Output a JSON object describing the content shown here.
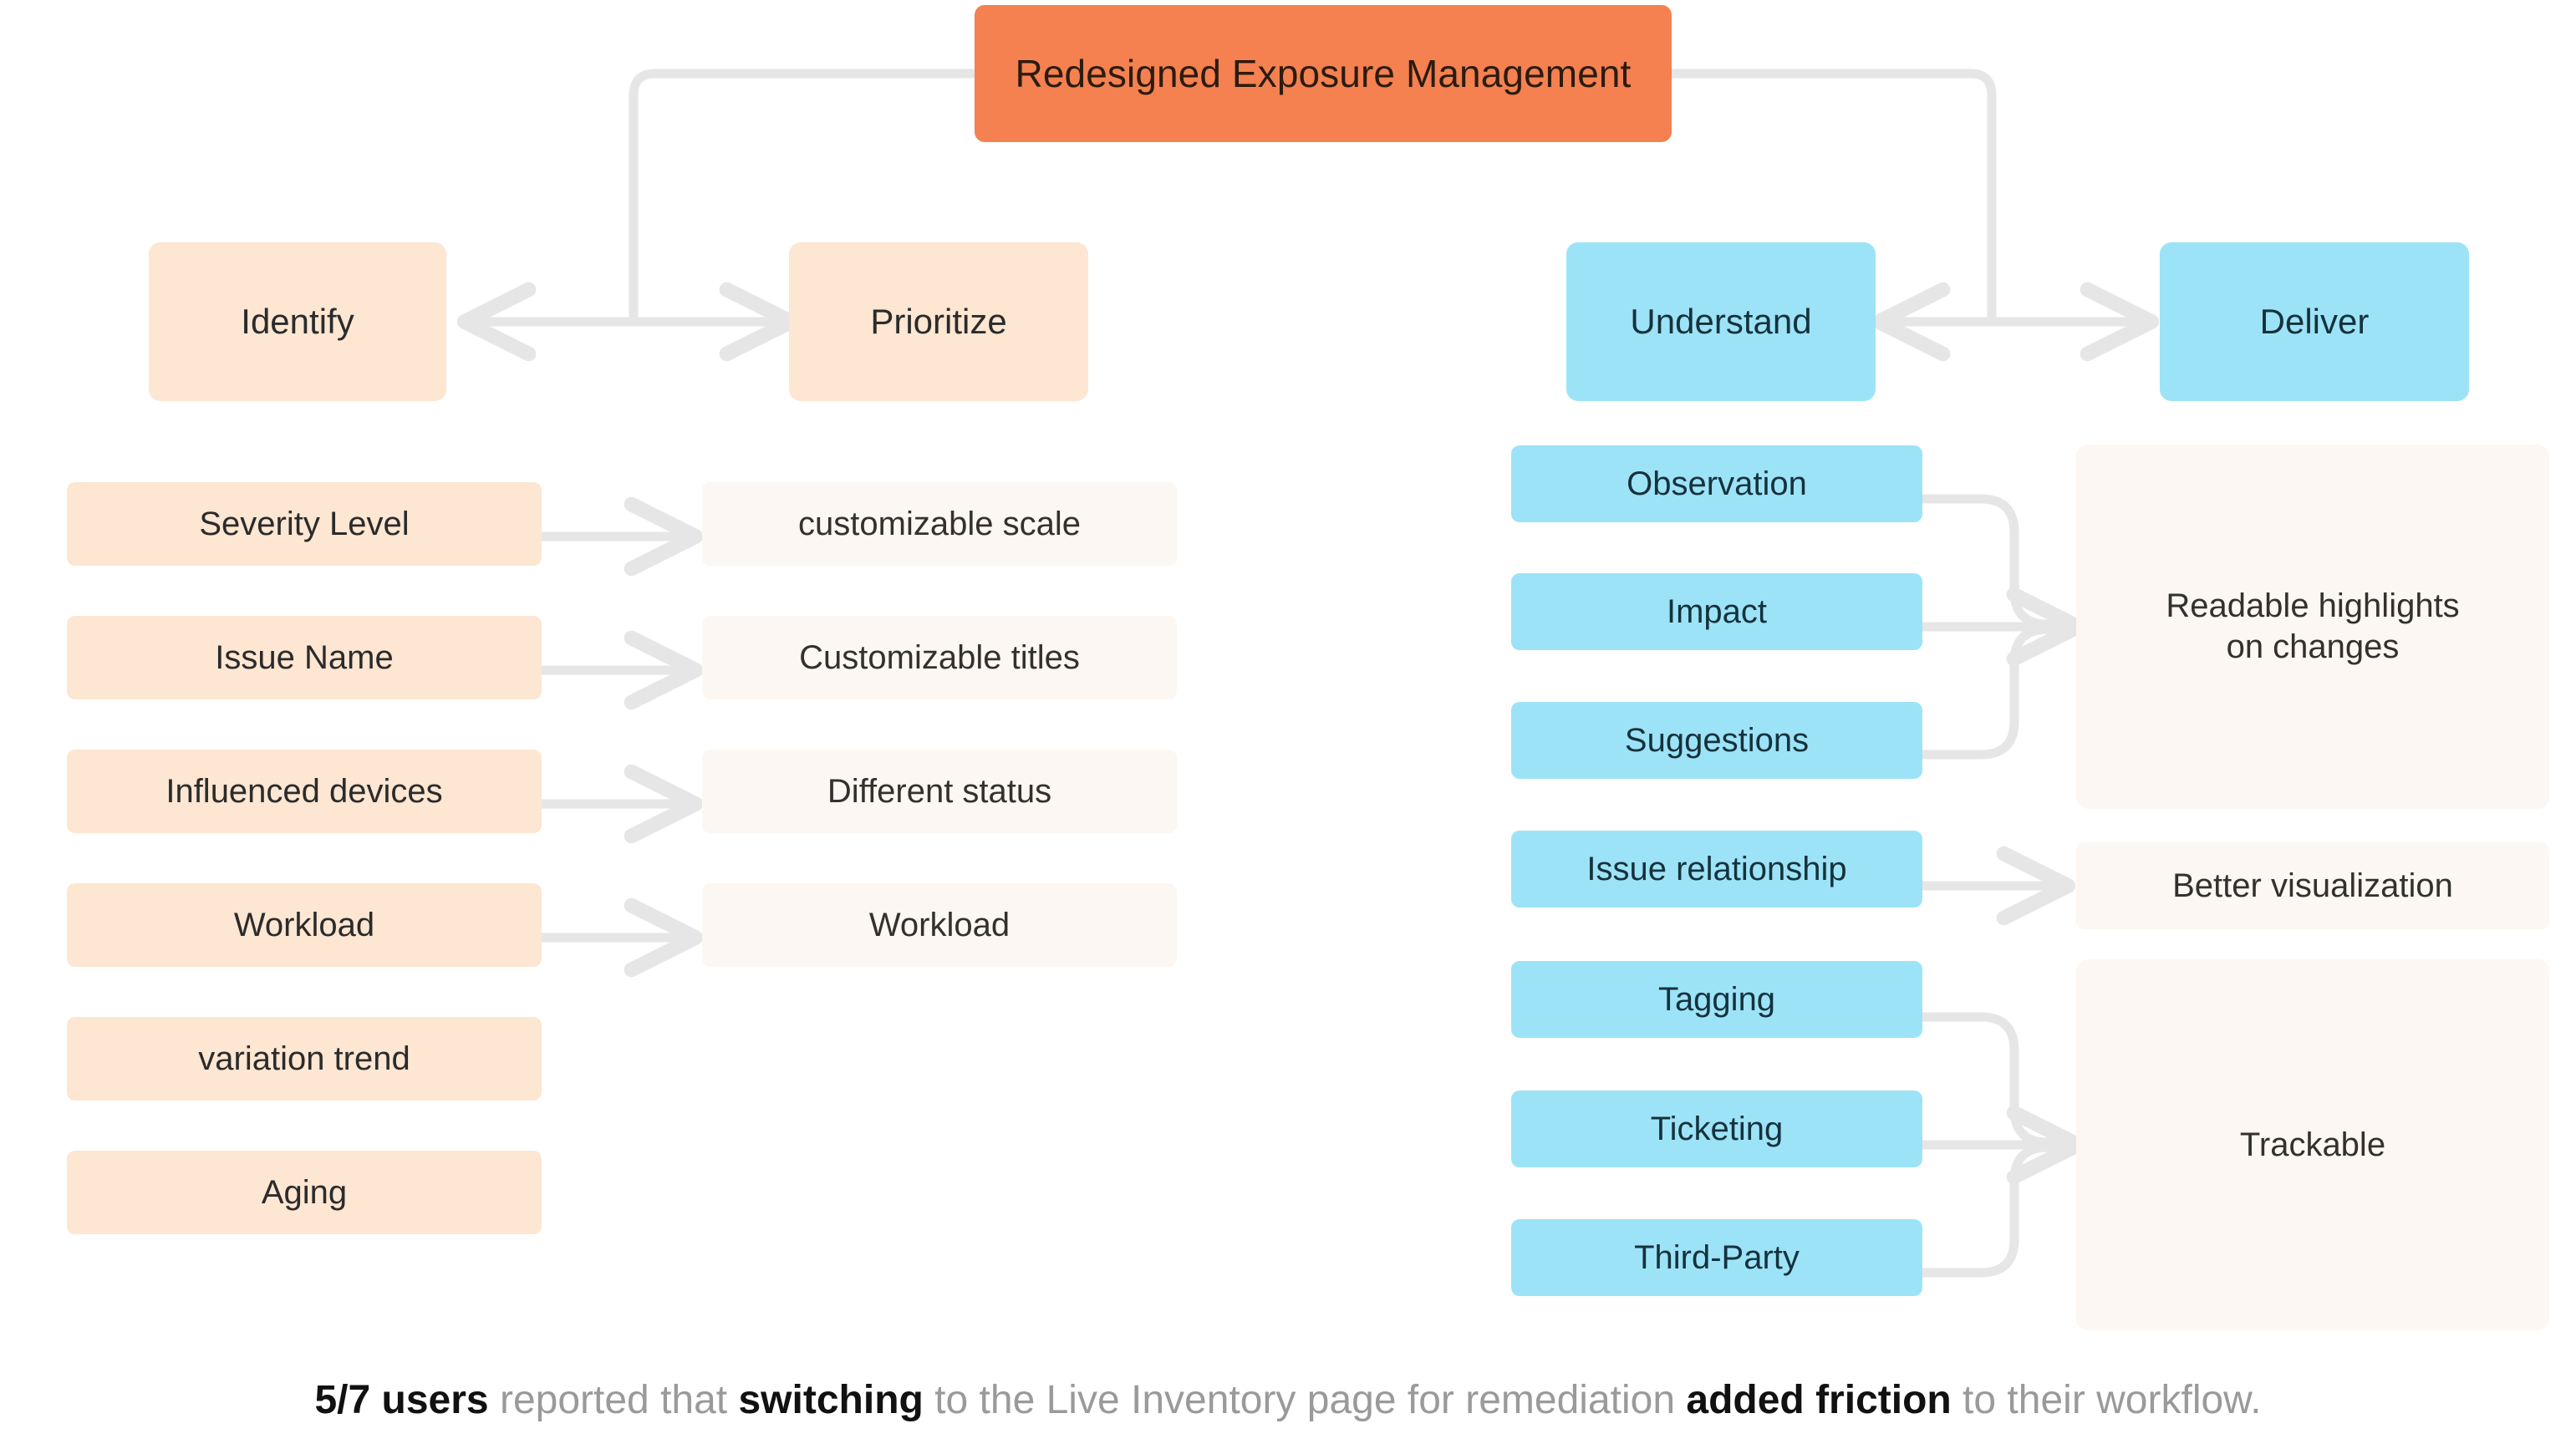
{
  "diagram": {
    "title": "Redesigned Exposure Management",
    "left_branch": {
      "stages": [
        {
          "key": "identify",
          "label": "Identify"
        },
        {
          "key": "prioritize",
          "label": "Prioritize"
        }
      ],
      "inputs": [
        {
          "label": "Severity Level"
        },
        {
          "label": "Issue Name"
        },
        {
          "label": "Influenced devices"
        },
        {
          "label": "Workload"
        },
        {
          "label": "variation trend"
        },
        {
          "label": "Aging"
        }
      ],
      "outputs": [
        {
          "label": "customizable scale"
        },
        {
          "label": "Customizable titles"
        },
        {
          "label": "Different status"
        },
        {
          "label": "Workload"
        }
      ]
    },
    "right_branch": {
      "stages": [
        {
          "key": "understand",
          "label": "Understand"
        },
        {
          "key": "deliver",
          "label": "Deliver"
        }
      ],
      "inputs": [
        {
          "label": "Observation"
        },
        {
          "label": "Impact"
        },
        {
          "label": "Suggestions"
        },
        {
          "label": "Issue relationship"
        },
        {
          "label": "Tagging"
        },
        {
          "label": "Ticketing"
        },
        {
          "label": "Third-Party"
        }
      ],
      "outputs": [
        {
          "label": "Readable highlights\non changes",
          "line1": "Readable highlights",
          "line2": "on changes"
        },
        {
          "label": "Better visualization"
        },
        {
          "label": "Trackable"
        }
      ]
    }
  },
  "caption": {
    "seg1": "5/7 users",
    "seg2": " reported that ",
    "seg3": "switching",
    "seg4": " to the Live Inventory page for remediation ",
    "seg5": "added friction",
    "seg6": " to their workflow."
  },
  "colors": {
    "title_orange": "#F4814F",
    "peach": "#FDE6D2",
    "blue": "#9DE3F8",
    "output_cream": "#FCF7F2",
    "connector_gray": "#E6E6E6",
    "text_dark": "#2b2b2b",
    "caption_gray": "#9a9a9a",
    "background": "#FFFFFF"
  }
}
